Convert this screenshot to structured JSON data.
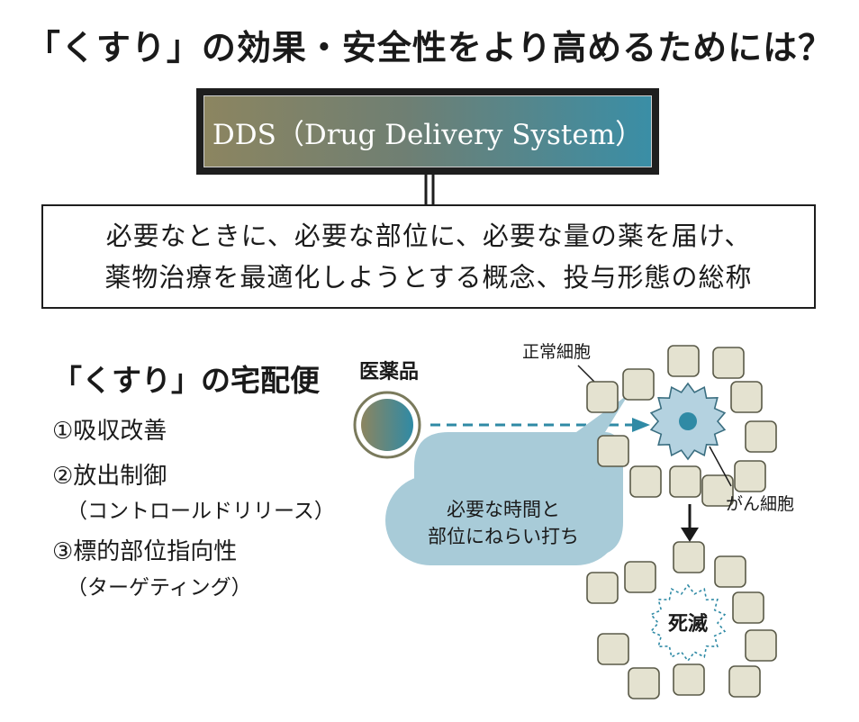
{
  "title": "「くすり」の効果・安全性をより高めるためには？",
  "dds_label": "DDS（Drug Delivery System）",
  "definition": {
    "line1": "必要なときに、必要な部位に、必要な量の薬を届け、",
    "line2": "薬物治療を最適化しようとする概念、投与形態の総称"
  },
  "delivery": {
    "title": "「くすり」の宅配便",
    "features": [
      {
        "label": "①吸収改善",
        "sub": ""
      },
      {
        "label": "②放出制御",
        "sub": "（コントロールドリリース）"
      },
      {
        "label": "③標的部位指向性",
        "sub": "（ターゲティング）"
      }
    ]
  },
  "diagram": {
    "drug_label": "医薬品",
    "normal_cell_label": "正常細胞",
    "cancer_cell_label": "がん細胞",
    "bubble_line1": "必要な時間と",
    "bubble_line2": "部位にねらい打ち",
    "death_label": "死滅"
  },
  "colors": {
    "gradient_start": "#8c8560",
    "gradient_end": "#3a8ea6",
    "cell_fill": "#e4e2d0",
    "cancer_fill": "#b4d2e0",
    "teal": "#2f8aa5",
    "bubble_fill": "#a8cbd8"
  }
}
